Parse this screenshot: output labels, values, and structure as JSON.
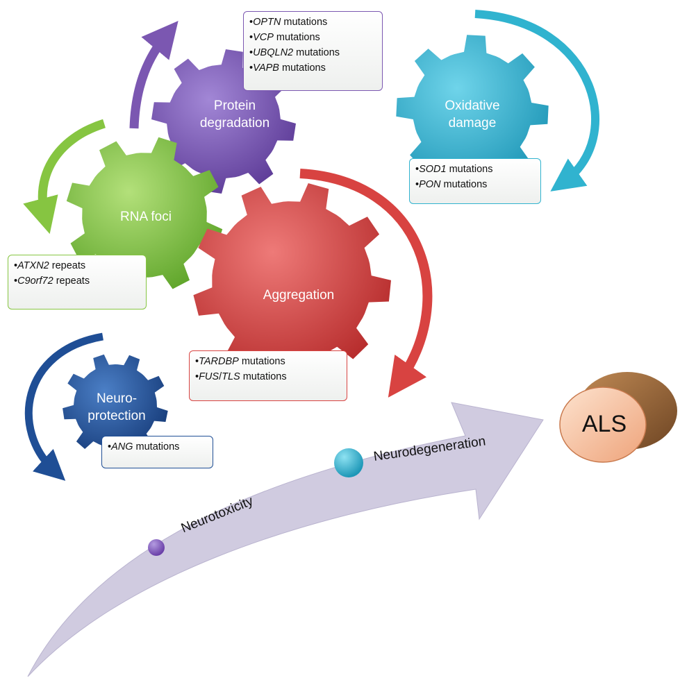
{
  "gears": {
    "protein": {
      "label": "Protein degradation",
      "line1": "Protein",
      "line2": "degradation",
      "color": "#7b57b1"
    },
    "oxidative": {
      "label": "Oxidative damage",
      "line1": "Oxidative",
      "line2": "damage",
      "color": "#30b3cf"
    },
    "rna": {
      "label": "RNA foci",
      "color": "#86c541"
    },
    "aggregation": {
      "label": "Aggregation",
      "color": "#d84341"
    },
    "neuro": {
      "label": "Neuro-protection",
      "line1": "Neuro-",
      "line2": "protection",
      "color": "#1f4e95"
    }
  },
  "boxes": {
    "protein": [
      {
        "gene": "OPTN",
        "suffix": " mutations"
      },
      {
        "gene": "VCP",
        "suffix": " mutations"
      },
      {
        "gene": "UBQLN2",
        "suffix": " mutations"
      },
      {
        "gene": "VAPB",
        "suffix": " mutations"
      }
    ],
    "oxidative": [
      {
        "gene": "SOD1",
        "suffix": " mutations"
      },
      {
        "gene": "PON",
        "suffix": " mutations"
      }
    ],
    "rna": [
      {
        "gene": "ATXN2",
        "suffix": " repeats"
      },
      {
        "gene": "C9orf72",
        "suffix": " repeats"
      }
    ],
    "aggregation": [
      {
        "gene": "TARDBP",
        "suffix": " mutations"
      },
      {
        "gene": "FUS",
        "sep": "/",
        "gene2": "TLS",
        "suffix": " mutations"
      }
    ],
    "neuro": [
      {
        "gene": "ANG",
        "suffix": " mutations"
      }
    ]
  },
  "bullet": "•",
  "stages": {
    "neurotoxicity": "Neurotoxicity",
    "neurodegeneration": "Neurodegeneration"
  },
  "outcome": "ALS",
  "colors": {
    "arrow_main": "#cfcadf",
    "protein_box_border": "#7b57b1",
    "oxidative_box_border": "#30b3cf",
    "rna_box_border": "#86c541",
    "aggregation_box_border": "#d84341",
    "neuro_box_border": "#1f4e95"
  }
}
